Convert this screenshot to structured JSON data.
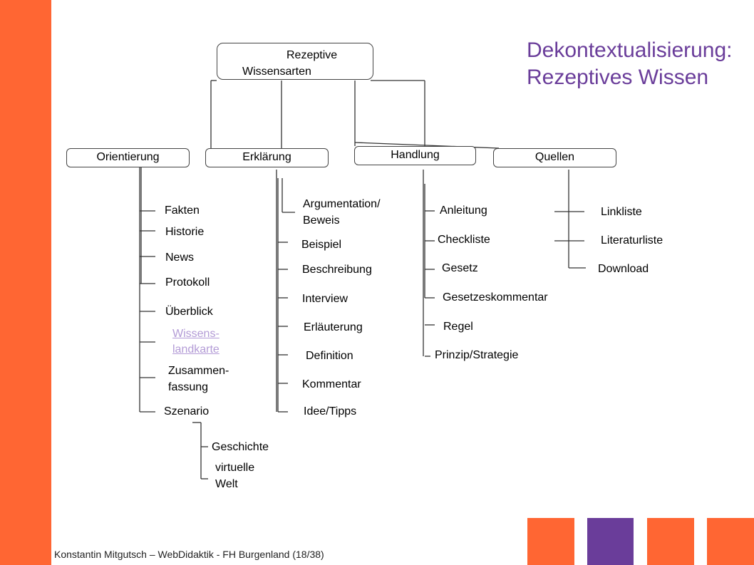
{
  "slide": {
    "title_line1": "Dekontextualisierung:",
    "title_line2": "Rezeptives Wissen",
    "footer": "Konstantin Mitgutsch – WebDidaktik - FH Burgenland (18/38)"
  },
  "root": {
    "line1": "Rezeptive",
    "line2": "Wissensarten"
  },
  "categories": {
    "orientierung": "Orientierung",
    "erklaerung": "Erklärung",
    "handlung": "Handlung",
    "quellen": "Quellen"
  },
  "orientierung_items": {
    "fakten": "Fakten",
    "historie": "Historie",
    "news": "News",
    "protokoll": "Protokoll",
    "ueberblick": "Überblick",
    "wissenslandkarte_1": "Wissens-",
    "wissenslandkarte_2": "landkarte",
    "zusammenfassung_1": "Zusammen-",
    "zusammenfassung_2": "fassung",
    "szenario": "Szenario"
  },
  "szenario_items": {
    "geschichte": "Geschichte",
    "virtuelle_welt_1": "virtuelle",
    "virtuelle_welt_2": "Welt"
  },
  "erklaerung_items": {
    "argumentation_1": "Argumentation/",
    "argumentation_2": "Beweis",
    "beispiel": "Beispiel",
    "beschreibung": "Beschreibung",
    "interview": "Interview",
    "erlaeuterung": "Erläuterung",
    "definition": "Definition",
    "kommentar": "Kommentar",
    "idee_tipps": "Idee/Tipps"
  },
  "handlung_items": {
    "anleitung": "Anleitung",
    "checkliste": "Checkliste",
    "gesetz": "Gesetz",
    "gesetzeskommentar": "Gesetzeskommentar",
    "regel": "Regel",
    "prinzip": "Prinzip/Strategie"
  },
  "quellen_items": {
    "linkliste": "Linkliste",
    "literaturliste": "Literaturliste",
    "download": "Download"
  },
  "colors": {
    "accent_orange": "#ff6633",
    "accent_purple": "#6a3d9a",
    "link": "#b39bd6"
  }
}
